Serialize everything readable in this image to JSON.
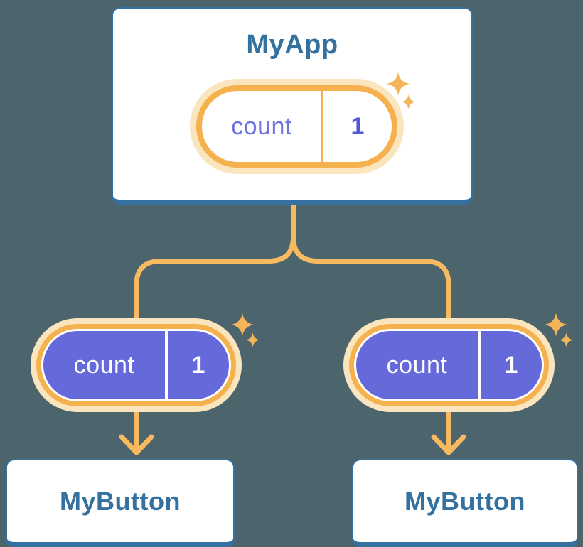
{
  "root_component": {
    "name": "MyApp",
    "state_pill": {
      "label": "count",
      "value": "1"
    }
  },
  "children": [
    {
      "name": "MyButton",
      "prop_pill": {
        "label": "count",
        "value": "1"
      }
    },
    {
      "name": "MyButton",
      "prop_pill": {
        "label": "count",
        "value": "1"
      }
    }
  ],
  "colors": {
    "background": "#4C646C",
    "card_bg": "#FFFFFF",
    "card_border": "#3471A1",
    "heading_text": "#35719E",
    "pill_border_orange": "#F5B14E",
    "pill_glow": "#FBE5BF",
    "connector_orange": "#F7BA61",
    "sparkle_orange": "#F4B45A",
    "purple_fill": "#6569D9",
    "purple_label_text": "#6F74E1",
    "purple_value_text": "#5359D6",
    "text_on_purple": "#FFFFFF"
  }
}
